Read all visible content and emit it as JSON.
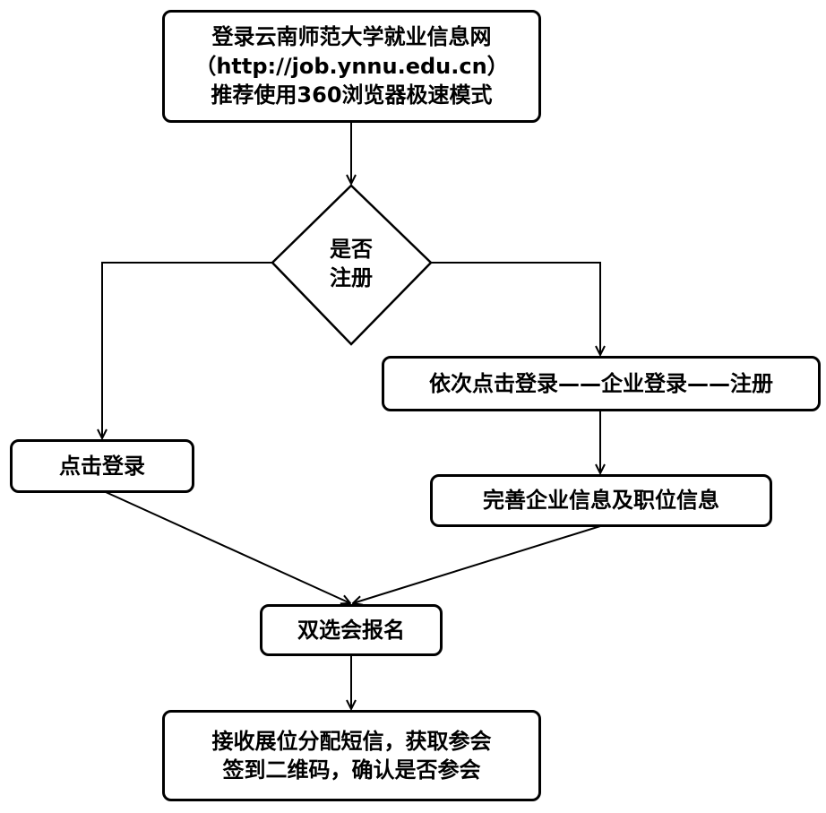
{
  "nodes": {
    "start": {
      "line1": "登录云南师范大学就业信息网",
      "line2": "（http://job.ynnu.edu.cn）",
      "line3": "推荐使用360浏览器极速模式"
    },
    "decision": {
      "line1": "是否",
      "line2": "注册"
    },
    "click_login": {
      "label": "点击登录"
    },
    "register_path": {
      "label": "依次点击登录——企业登录——注册"
    },
    "complete_info": {
      "label": "完善企业信息及职位信息"
    },
    "job_fair_signup": {
      "label": "双选会报名"
    },
    "final": {
      "line1": "接收展位分配短信，获取参会",
      "line2": "签到二维码，确认是否参会"
    }
  },
  "colors": {
    "stroke": "#000000",
    "background": "#ffffff",
    "text": "#000000"
  }
}
